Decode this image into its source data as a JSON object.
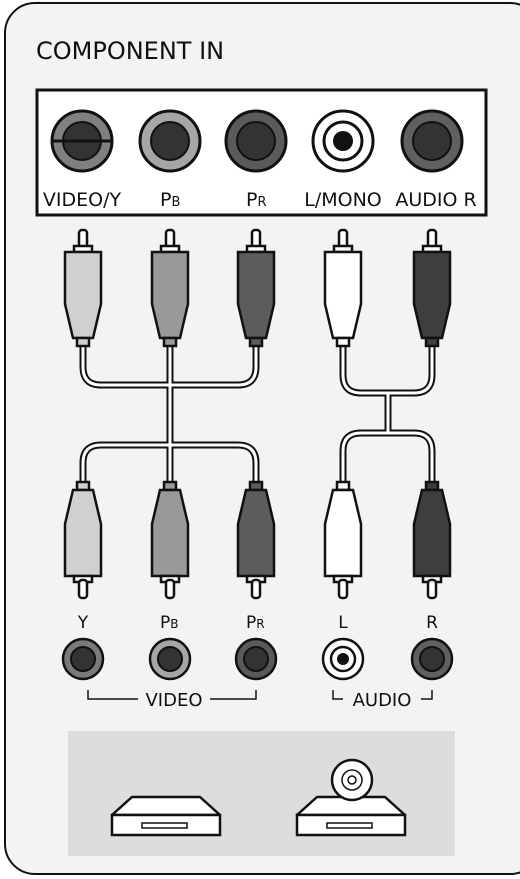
{
  "panel": {
    "title": "COMPONENT IN",
    "jacks": [
      {
        "label_main": "VIDEO/Y",
        "label_sub": "",
        "color": "#808080"
      },
      {
        "label_main": "P",
        "label_sub": "B",
        "color": "#a6a6a6"
      },
      {
        "label_main": "P",
        "label_sub": "R",
        "color": "#5a5a5a"
      },
      {
        "label_main": "L/MONO",
        "label_sub": "",
        "color": "#ffffff"
      },
      {
        "label_main": "AUDIO R",
        "label_sub": "",
        "color": "#606060"
      }
    ]
  },
  "device_jacks": [
    {
      "label_main": "Y",
      "label_sub": "",
      "color": "#7a7a7a"
    },
    {
      "label_main": "P",
      "label_sub": "B",
      "color": "#a6a6a6"
    },
    {
      "label_main": "P",
      "label_sub": "R",
      "color": "#5a5a5a"
    },
    {
      "label_main": "L",
      "label_sub": "",
      "color": "#ffffff"
    },
    {
      "label_main": "R",
      "label_sub": "",
      "color": "#606060"
    }
  ],
  "group_labels": {
    "video": "VIDEO",
    "audio": "AUDIO"
  },
  "plug_colors": [
    "#d0d0d0",
    "#999999",
    "#5c5c5c",
    "#ffffff",
    "#3e3e3e"
  ],
  "devices": [
    {
      "name": "blu-ray-player-icon"
    },
    {
      "name": "disc-player-icon"
    }
  ]
}
